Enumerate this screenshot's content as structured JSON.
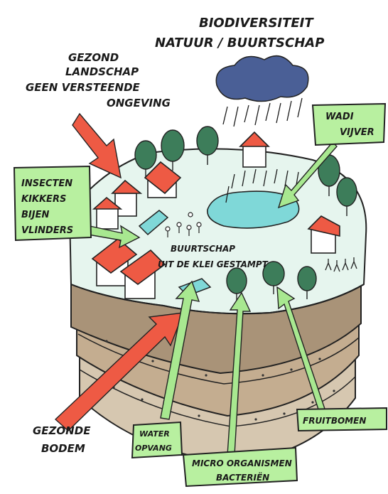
{
  "title": {
    "line1": "BIODIVERSITEIT",
    "line2": "NATUUR / BUURTSCHAP"
  },
  "labels": {
    "landscape": [
      "GEZOND",
      "LANDSCHAP",
      "GEEN VERSTEENDE",
      "ONGEVING"
    ],
    "soil": [
      "GEZONDE",
      "BODEM"
    ],
    "neighbourhood": [
      "BUURTSCHAP",
      "UIT DE KLEI GESTAMPT"
    ]
  },
  "boxes": {
    "wadi": [
      "WADI",
      "VIJVER"
    ],
    "species": [
      "INSECTEN",
      "KIKKERS",
      "BIJEN",
      "VLINDERS"
    ],
    "water": [
      "WATER",
      "OPVANG"
    ],
    "micro": [
      "MICRO ORGANISMEN",
      "BACTERIËN"
    ],
    "fruit": [
      "FRUITBOMEN"
    ]
  },
  "colors": {
    "box_fill": "#b8f0a0",
    "arrow_green": "#a8e890",
    "arrow_red": "#ee5a44",
    "cloud": "#4a5f96",
    "pond": "#7fd8d8",
    "roof": "#ee5a44",
    "tree": "#3d7d5a",
    "ground_top": "#e6f5ee",
    "soil": "#c8b49a"
  }
}
